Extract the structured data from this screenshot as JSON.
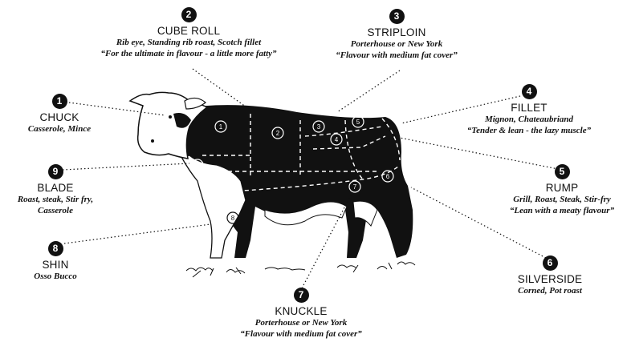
{
  "cuts": [
    {
      "num": "1",
      "name": "CHUCK",
      "desc": "Casserole, Mince",
      "quote": ""
    },
    {
      "num": "2",
      "name": "CUBE ROLL",
      "desc": "Rib eye, Standing rib roast, Scotch fillet",
      "quote": "“For the ultimate in flavour -  a little more fatty”"
    },
    {
      "num": "3",
      "name": "STRIPLOIN",
      "desc": "Porterhouse or New York",
      "quote": "“Flavour with medium fat cover”"
    },
    {
      "num": "4",
      "name": "FILLET",
      "desc": "Mignon, Chateaubriand",
      "quote": "“Tender & lean - the lazy muscle”"
    },
    {
      "num": "5",
      "name": "RUMP",
      "desc": "Grill, Roast, Steak, Stir-fry",
      "quote": "“Lean with a meaty flavour”"
    },
    {
      "num": "6",
      "name": "SILVERSIDE",
      "desc": "Corned, Pot roast",
      "quote": ""
    },
    {
      "num": "7",
      "name": "KNUCKLE",
      "desc": "Porterhouse or New York",
      "quote": "“Flavour with medium fat cover”"
    },
    {
      "num": "8",
      "name": "SHIN",
      "desc": "Osso Bucco",
      "quote": ""
    },
    {
      "num": "9",
      "name": "BLADE",
      "desc": "Roast, steak, Stir fry,",
      "quote": "Casserole"
    }
  ],
  "colors": {
    "ink": "#111111",
    "background": "#ffffff"
  }
}
